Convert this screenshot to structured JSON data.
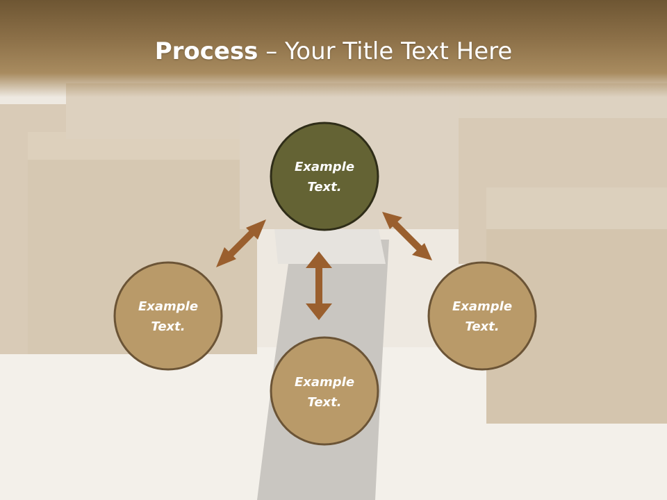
{
  "title": {
    "bold": "Process",
    "rest": " – Your Title Text Here"
  },
  "nodes": {
    "top": {
      "line1": "Example",
      "line2": "Text."
    },
    "left": {
      "line1": "Example",
      "line2": "Text."
    },
    "right": {
      "line1": "Example",
      "line2": "Text."
    },
    "bottom": {
      "line1": "Example",
      "line2": "Text."
    }
  },
  "colors": {
    "center_node": "#646334",
    "outer_node": "#b99a69",
    "arrow": "#9a5f2e",
    "title_band": "#7d6440"
  }
}
